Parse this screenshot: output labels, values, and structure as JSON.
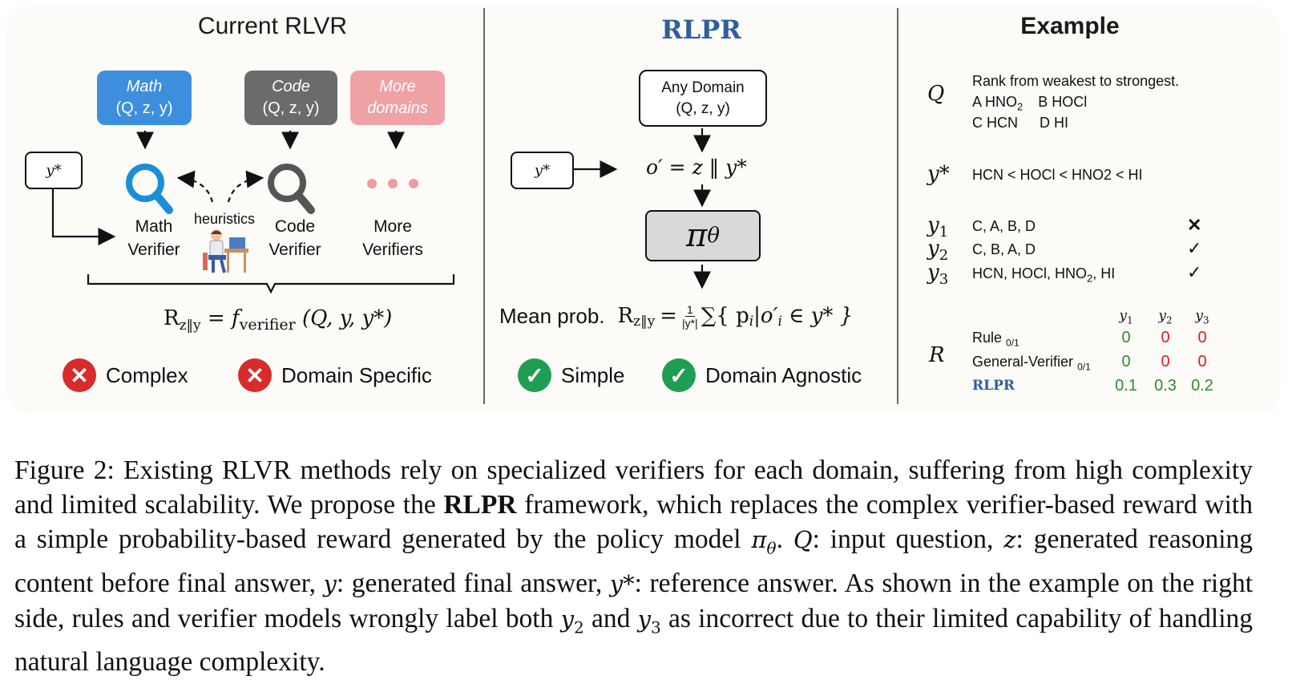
{
  "left": {
    "title": "Current RLVR",
    "boxes": [
      {
        "name": "Math",
        "sub": "(Q, z, y)"
      },
      {
        "name": "Code",
        "sub": "(Q, z, y)"
      },
      {
        "name": "More",
        "sub": "domains"
      }
    ],
    "ystar": "y*",
    "heuristics": "heuristics",
    "verifiers": [
      {
        "line1": "Math",
        "line2": "Verifier"
      },
      {
        "line1": "Code",
        "line2": "Verifier"
      },
      {
        "line1": "More",
        "line2": "Verifiers"
      }
    ],
    "formula": "R_z‖y = f_verifier (Q, y, y*)",
    "formula_parts": {
      "r": "R",
      "r_sub": "z‖y",
      "eq": "=",
      "f": "f",
      "f_sub": "verifier",
      "args": "(Q, y, y*)"
    },
    "features": [
      "Complex",
      "Domain Specific"
    ]
  },
  "middle": {
    "title": "RLPR",
    "box_line1": "Any Domain",
    "box_line2": "(Q, z, y)",
    "ystar": "y*",
    "concat": "o′ = z ‖ y*",
    "policy": "π",
    "policy_sub": "θ",
    "mean_label": "Mean prob.",
    "formula_parts": {
      "r": "R",
      "r_sub": "z‖y",
      "eq": "=",
      "frac_num": "1",
      "frac_den": "|y*|",
      "sum": "∑{ p",
      "p_sub": "i",
      "rest": "|o′",
      "o_sub": "i",
      "tail": " ∈ y* }"
    },
    "features": [
      "Simple",
      "Domain Agnostic"
    ]
  },
  "right": {
    "title": "Example",
    "q_label": "Q",
    "q_text": "Rank from weakest to strongest.",
    "q_opts1": [
      "A HNO",
      "B HOCl"
    ],
    "q_opts1_sub": "2",
    "q_opts2": [
      "C HCN",
      "D HI"
    ],
    "ystar_label": "y*",
    "ystar_text": "HCN < HOCl < HNO2 < HI",
    "answers": [
      {
        "label": "y",
        "sub": "1",
        "text": "C, A, B, D",
        "mark": "✕"
      },
      {
        "label": "y",
        "sub": "2",
        "text": "C, B, A, D",
        "mark": "✓"
      },
      {
        "label": "y",
        "sub": "3",
        "text": "HCN, HOCl, HNO",
        "text_sub": "2",
        "text_tail": ", HI",
        "mark": "✓"
      }
    ],
    "r_label": "R",
    "cols": [
      "y1",
      "y2",
      "y3"
    ],
    "rows": [
      {
        "name": "Rule",
        "sub": "0/1",
        "values": [
          "0",
          "0",
          "0"
        ],
        "colors": [
          "#2e8b2e",
          "#d42020",
          "#d42020"
        ]
      },
      {
        "name": "General-Verifier",
        "sub": "0/1",
        "values": [
          "0",
          "0",
          "0"
        ],
        "colors": [
          "#2e8b2e",
          "#d42020",
          "#d42020"
        ]
      },
      {
        "name": "RLPR",
        "sub": "",
        "values": [
          "0.1",
          "0.3",
          "0.2"
        ],
        "colors": [
          "#2e8b2e",
          "#2e8b2e",
          "#2e8b2e"
        ]
      }
    ]
  },
  "colors": {
    "math": "#3d8fde",
    "code": "#6b6b6b",
    "more": "#eea2a6",
    "rlpr": "#2f5e9e",
    "red": "#d92b2b",
    "green": "#1e9e54"
  },
  "caption": {
    "p1": "Figure 2: Existing RLVR methods rely on specialized verifiers for each domain, suffering from high complexity and limited scalability. We propose the ",
    "bold": "RLPR",
    "p2": " framework, which replaces the complex verifier-based reward with a simple probability-based reward generated by the policy model ",
    "pi": "π",
    "pi_sub": "θ",
    "p3": ". ",
    "q": "Q",
    "p4": ": input question, ",
    "z": "z",
    "p5": ": generated reasoning content before final answer, ",
    "y": "y",
    "p6": ": generated final answer, ",
    "ys": "y*",
    "p7": ": reference answer. As shown in the example on the right side, rules and verifier models wrongly label both ",
    "y2": "y",
    "y2s": "2",
    "p8": " and ",
    "y3": "y",
    "y3s": "3",
    "p9": " as incorrect due to their limited capability of handling natural language complexity."
  }
}
